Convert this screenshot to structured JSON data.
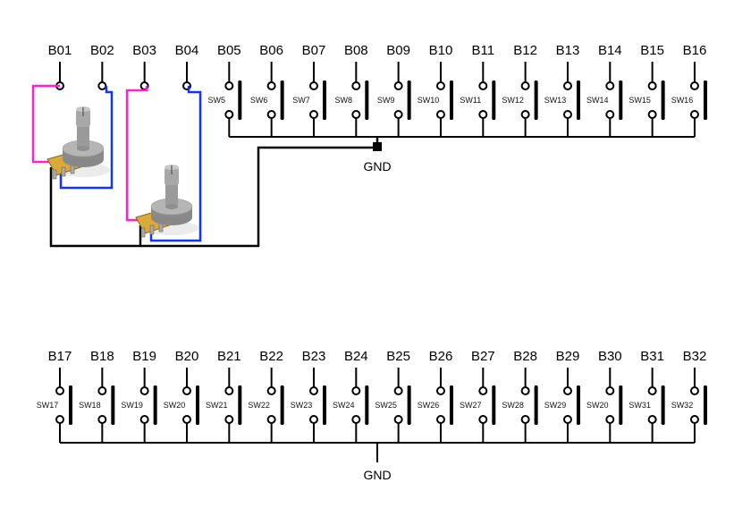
{
  "top_row": {
    "buttons": [
      "B01",
      "B02",
      "B03",
      "B04",
      "B05",
      "B06",
      "B07",
      "B08",
      "B09",
      "B10",
      "B11",
      "B12",
      "B13",
      "B14",
      "B15",
      "B16"
    ],
    "switches": [
      "",
      "",
      "",
      "",
      "SW5",
      "SW6",
      "SW7",
      "SW8",
      "SW9",
      "SW10",
      "SW11",
      "SW12",
      "SW13",
      "SW14",
      "SW15",
      "SW16"
    ],
    "ground_label": "GND"
  },
  "bottom_row": {
    "buttons": [
      "B17",
      "B18",
      "B19",
      "B20",
      "B21",
      "B22",
      "B23",
      "B24",
      "B25",
      "B26",
      "B27",
      "B28",
      "B29",
      "B30",
      "B31",
      "B32"
    ],
    "switches": [
      "SW17",
      "SW18",
      "SW19",
      "SW20",
      "SW21",
      "SW22",
      "SW23",
      "SW24",
      "SW25",
      "SW26",
      "SW27",
      "SW28",
      "SW29",
      "SW20",
      "SW31",
      "SW32"
    ],
    "ground_label": "GND"
  },
  "potentiometers": [
    {
      "wiper": "B01",
      "end": "B02"
    },
    {
      "wiper": "B03",
      "end": "B04"
    }
  ],
  "colors": {
    "wire": "#000000",
    "pink_wire": "#ff22cc",
    "blue_wire": "#1133ff",
    "pot_body": "#8a8a8a",
    "pot_base": "#d9a93a"
  }
}
